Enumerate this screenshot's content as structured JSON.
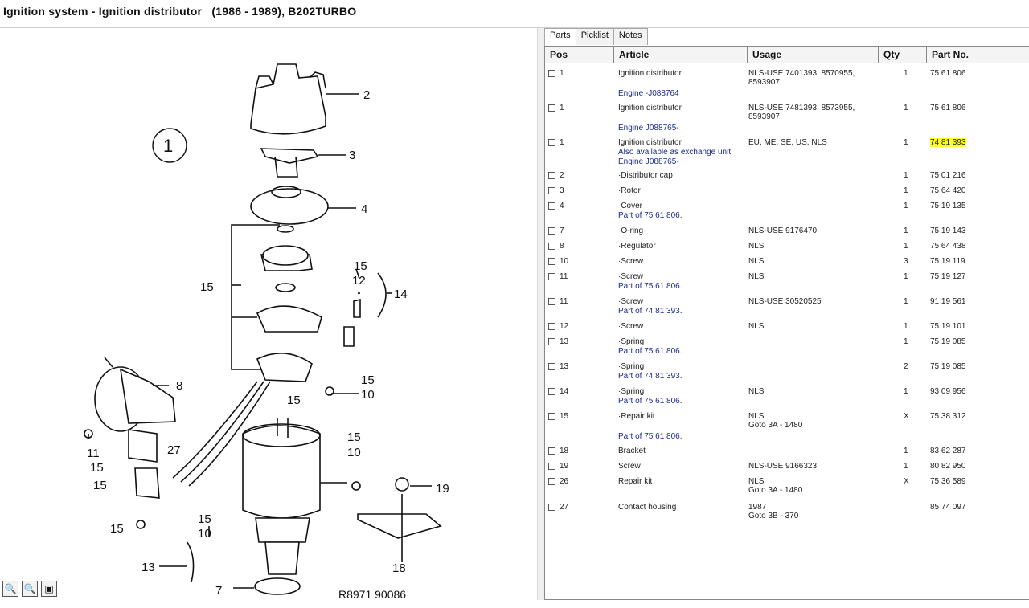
{
  "window": {
    "title": "Ignition system - Ignition distributor   (1986 - 1989), B202TURBO"
  },
  "tabs": [
    "Parts",
    "Picklist",
    "Notes"
  ],
  "columns": [
    "Pos",
    "Article",
    "Usage",
    "Qty",
    "Part No."
  ],
  "rows": [
    {
      "pos": "1",
      "article": "Ignition distributor",
      "usage": "NLS-USE 7401393, 8570955,\n8593907",
      "qty": "1",
      "part_no": "75 61 806",
      "notes": [
        "Engine -J088764"
      ],
      "highlight": false
    },
    {
      "pos": "1",
      "article": "Ignition distributor",
      "usage": "NLS-USE 7481393, 8573955,\n8593907",
      "qty": "1",
      "part_no": "75 61 806",
      "notes": [
        "Engine J088765-"
      ],
      "highlight": false
    },
    {
      "pos": "1",
      "article": "Ignition distributor",
      "usage": "EU, ME, SE, US, NLS",
      "qty": "1",
      "part_no": "74 81 393",
      "notes": [
        "Also available as exchange unit",
        "Engine J088765-"
      ],
      "highlight": true
    },
    {
      "pos": "2",
      "article": "·Distributor cap",
      "usage": "",
      "qty": "1",
      "part_no": "75 01 216",
      "notes": [],
      "highlight": false
    },
    {
      "pos": "3",
      "article": "·Rotor",
      "usage": "",
      "qty": "1",
      "part_no": "75 64 420",
      "notes": [],
      "highlight": false
    },
    {
      "pos": "4",
      "article": "·Cover",
      "usage": "",
      "qty": "1",
      "part_no": "75 19 135",
      "notes": [
        "Part of 75 61 806."
      ],
      "highlight": false
    },
    {
      "pos": "7",
      "article": "·O-ring",
      "usage": "NLS-USE 9176470",
      "qty": "1",
      "part_no": "75 19 143",
      "notes": [],
      "highlight": false
    },
    {
      "pos": "8",
      "article": "·Regulator",
      "usage": "NLS",
      "qty": "1",
      "part_no": "75 64 438",
      "notes": [],
      "highlight": false
    },
    {
      "pos": "10",
      "article": "·Screw",
      "usage": "NLS",
      "qty": "3",
      "part_no": "75 19 119",
      "notes": [],
      "highlight": false
    },
    {
      "pos": "11",
      "article": "·Screw",
      "usage": "NLS",
      "qty": "1",
      "part_no": "75 19 127",
      "notes": [
        "Part of 75 61 806."
      ],
      "highlight": false
    },
    {
      "pos": "11",
      "article": "·Screw",
      "usage": "NLS-USE 30520525",
      "qty": "1",
      "part_no": "91 19 561",
      "notes": [
        "Part of 74 81 393."
      ],
      "highlight": false
    },
    {
      "pos": "12",
      "article": "·Screw",
      "usage": "NLS",
      "qty": "1",
      "part_no": "75 19 101",
      "notes": [],
      "highlight": false
    },
    {
      "pos": "13",
      "article": "·Spring",
      "usage": "",
      "qty": "1",
      "part_no": "75 19 085",
      "notes": [
        "Part of 75 61 806."
      ],
      "highlight": false
    },
    {
      "pos": "13",
      "article": "·Spring",
      "usage": "",
      "qty": "2",
      "part_no": "75 19 085",
      "notes": [
        "Part of 74 81 393."
      ],
      "highlight": false
    },
    {
      "pos": "14",
      "article": "·Spring",
      "usage": "NLS",
      "qty": "1",
      "part_no": "93 09 956",
      "notes": [
        "Part of 75 61 806."
      ],
      "highlight": false
    },
    {
      "pos": "15",
      "article": "·Repair kit",
      "usage": "NLS\nGoto 3A - 1480",
      "qty": "X",
      "part_no": "75 38 312",
      "notes": [
        "Part of 75 61 806."
      ],
      "highlight": false
    },
    {
      "pos": "18",
      "article": "Bracket",
      "usage": "",
      "qty": "1",
      "part_no": "83 62 287",
      "notes": [],
      "highlight": false
    },
    {
      "pos": "19",
      "article": "Screw",
      "usage": "NLS-USE 9166323",
      "qty": "1",
      "part_no": "80 82 950",
      "notes": [],
      "highlight": false
    },
    {
      "pos": "26",
      "article": "Repair kit",
      "usage": "NLS\nGoto 3A - 1480",
      "qty": "X",
      "part_no": "75 36 589",
      "notes": [],
      "highlight": false
    },
    {
      "pos": "27",
      "article": "Contact housing",
      "usage": "1987\nGoto 3B - 370",
      "qty": "",
      "part_no": "85 74 097",
      "notes": [],
      "highlight": false
    }
  ],
  "diagram": {
    "group_label": "1",
    "drawing_ref": "R8971 90086",
    "callouts": [
      "2",
      "3",
      "4",
      "15",
      "15",
      "12",
      "14",
      "15",
      "8",
      "15",
      "10",
      "11",
      "15",
      "27",
      "15",
      "15",
      "10",
      "19",
      "15",
      "15",
      "10",
      "13",
      "18",
      "7"
    ]
  },
  "zoom_tools": [
    {
      "name": "zoom-in-icon",
      "glyph": "🔍"
    },
    {
      "name": "zoom-out-icon",
      "glyph": "🔍"
    },
    {
      "name": "fit-page-icon",
      "glyph": "▣"
    }
  ],
  "colors": {
    "highlight": "#ffff2a",
    "note_text": "#1a2a8c"
  }
}
